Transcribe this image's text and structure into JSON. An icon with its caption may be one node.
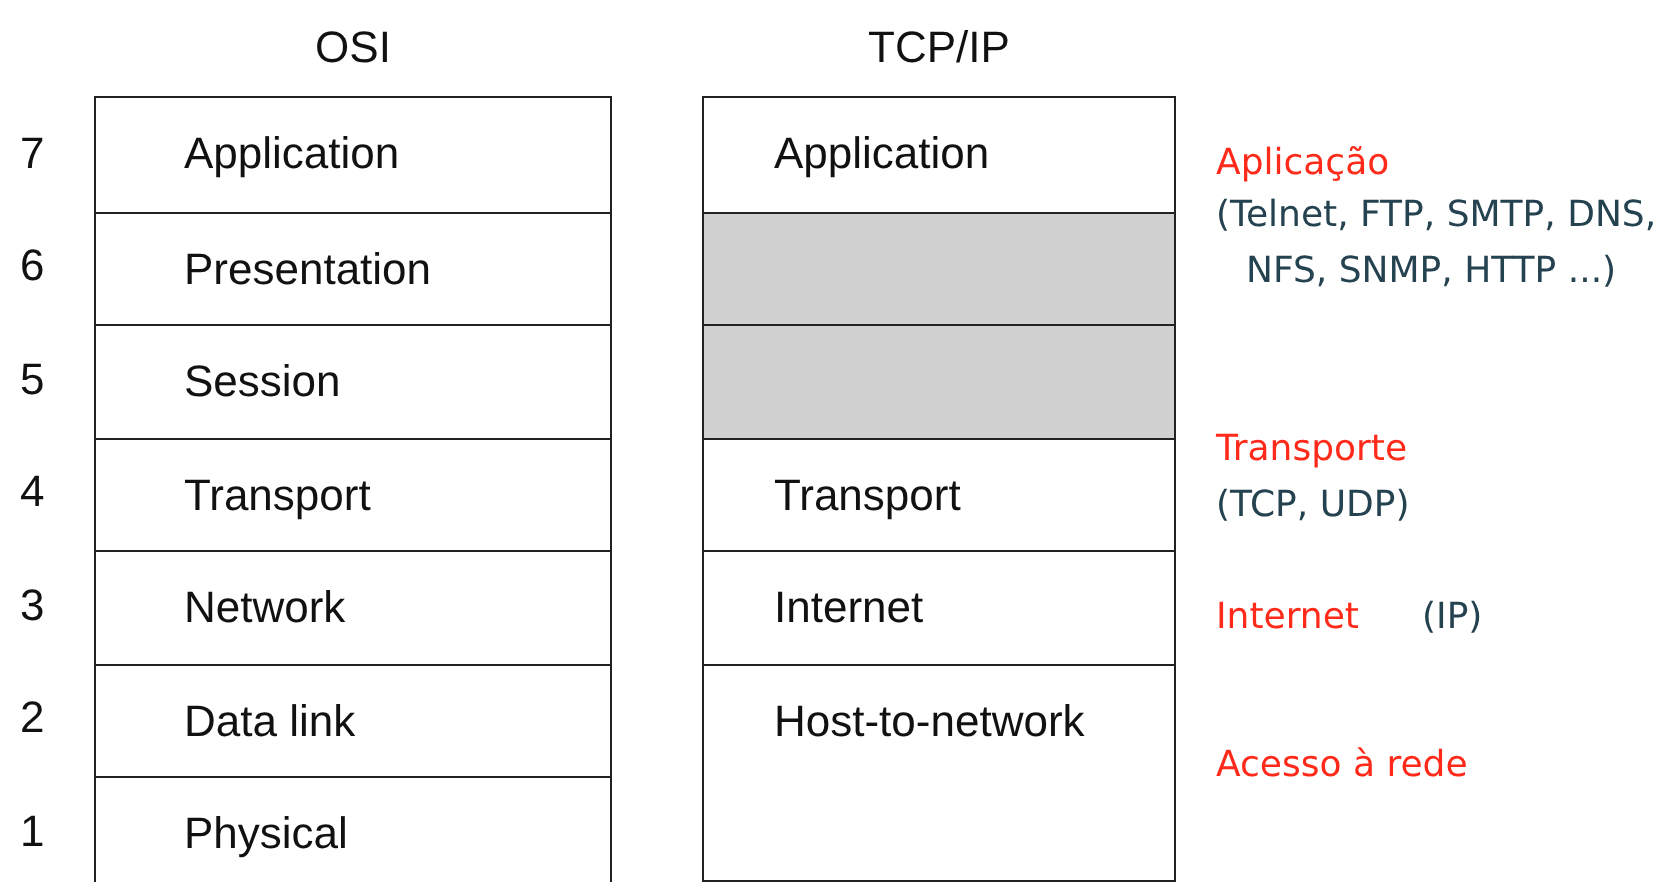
{
  "diagram": {
    "nodes": [
      {
        "text": [
          "OSI"
        ]
      },
      {
        "text": [
          "Application"
        ],
        "in": 0
      },
      {
        "text": [
          "Presentation"
        ],
        "in": 0
      },
      {
        "text": [
          "Session"
        ],
        "in": 0
      },
      {
        "text": [
          "Transport"
        ],
        "in": 0
      },
      {
        "text": [
          "Network"
        ],
        "in": 0
      },
      {
        "text": [
          "Data link"
        ],
        "in": 0
      },
      {
        "text": [
          "Physical"
        ],
        "in": 0
      },
      {
        "text": [
          "TCP/IP"
        ]
      },
      {
        "text": [
          "Application"
        ],
        "in": 8
      },
      {
        "text": [],
        "shape": "box",
        "in": 8
      },
      {
        "text": [],
        "shape": "box",
        "in": 8
      },
      {
        "text": [
          "Transport"
        ],
        "in": 8
      },
      {
        "text": [
          "Internet"
        ],
        "in": 8
      },
      {
        "text": [
          "Host-to-network"
        ],
        "in": 8
      }
    ],
    "labels": [
      "7",
      "6",
      "5",
      "4",
      "3",
      "2",
      "1",
      "Aplicação",
      "(Telnet, FTP, SMTP, DNS, NFS, SNMP, HTTP ...)",
      "Transporte",
      "(TCP, UDP)",
      "Internet",
      "(IP)",
      "Acesso à rede"
    ]
  }
}
